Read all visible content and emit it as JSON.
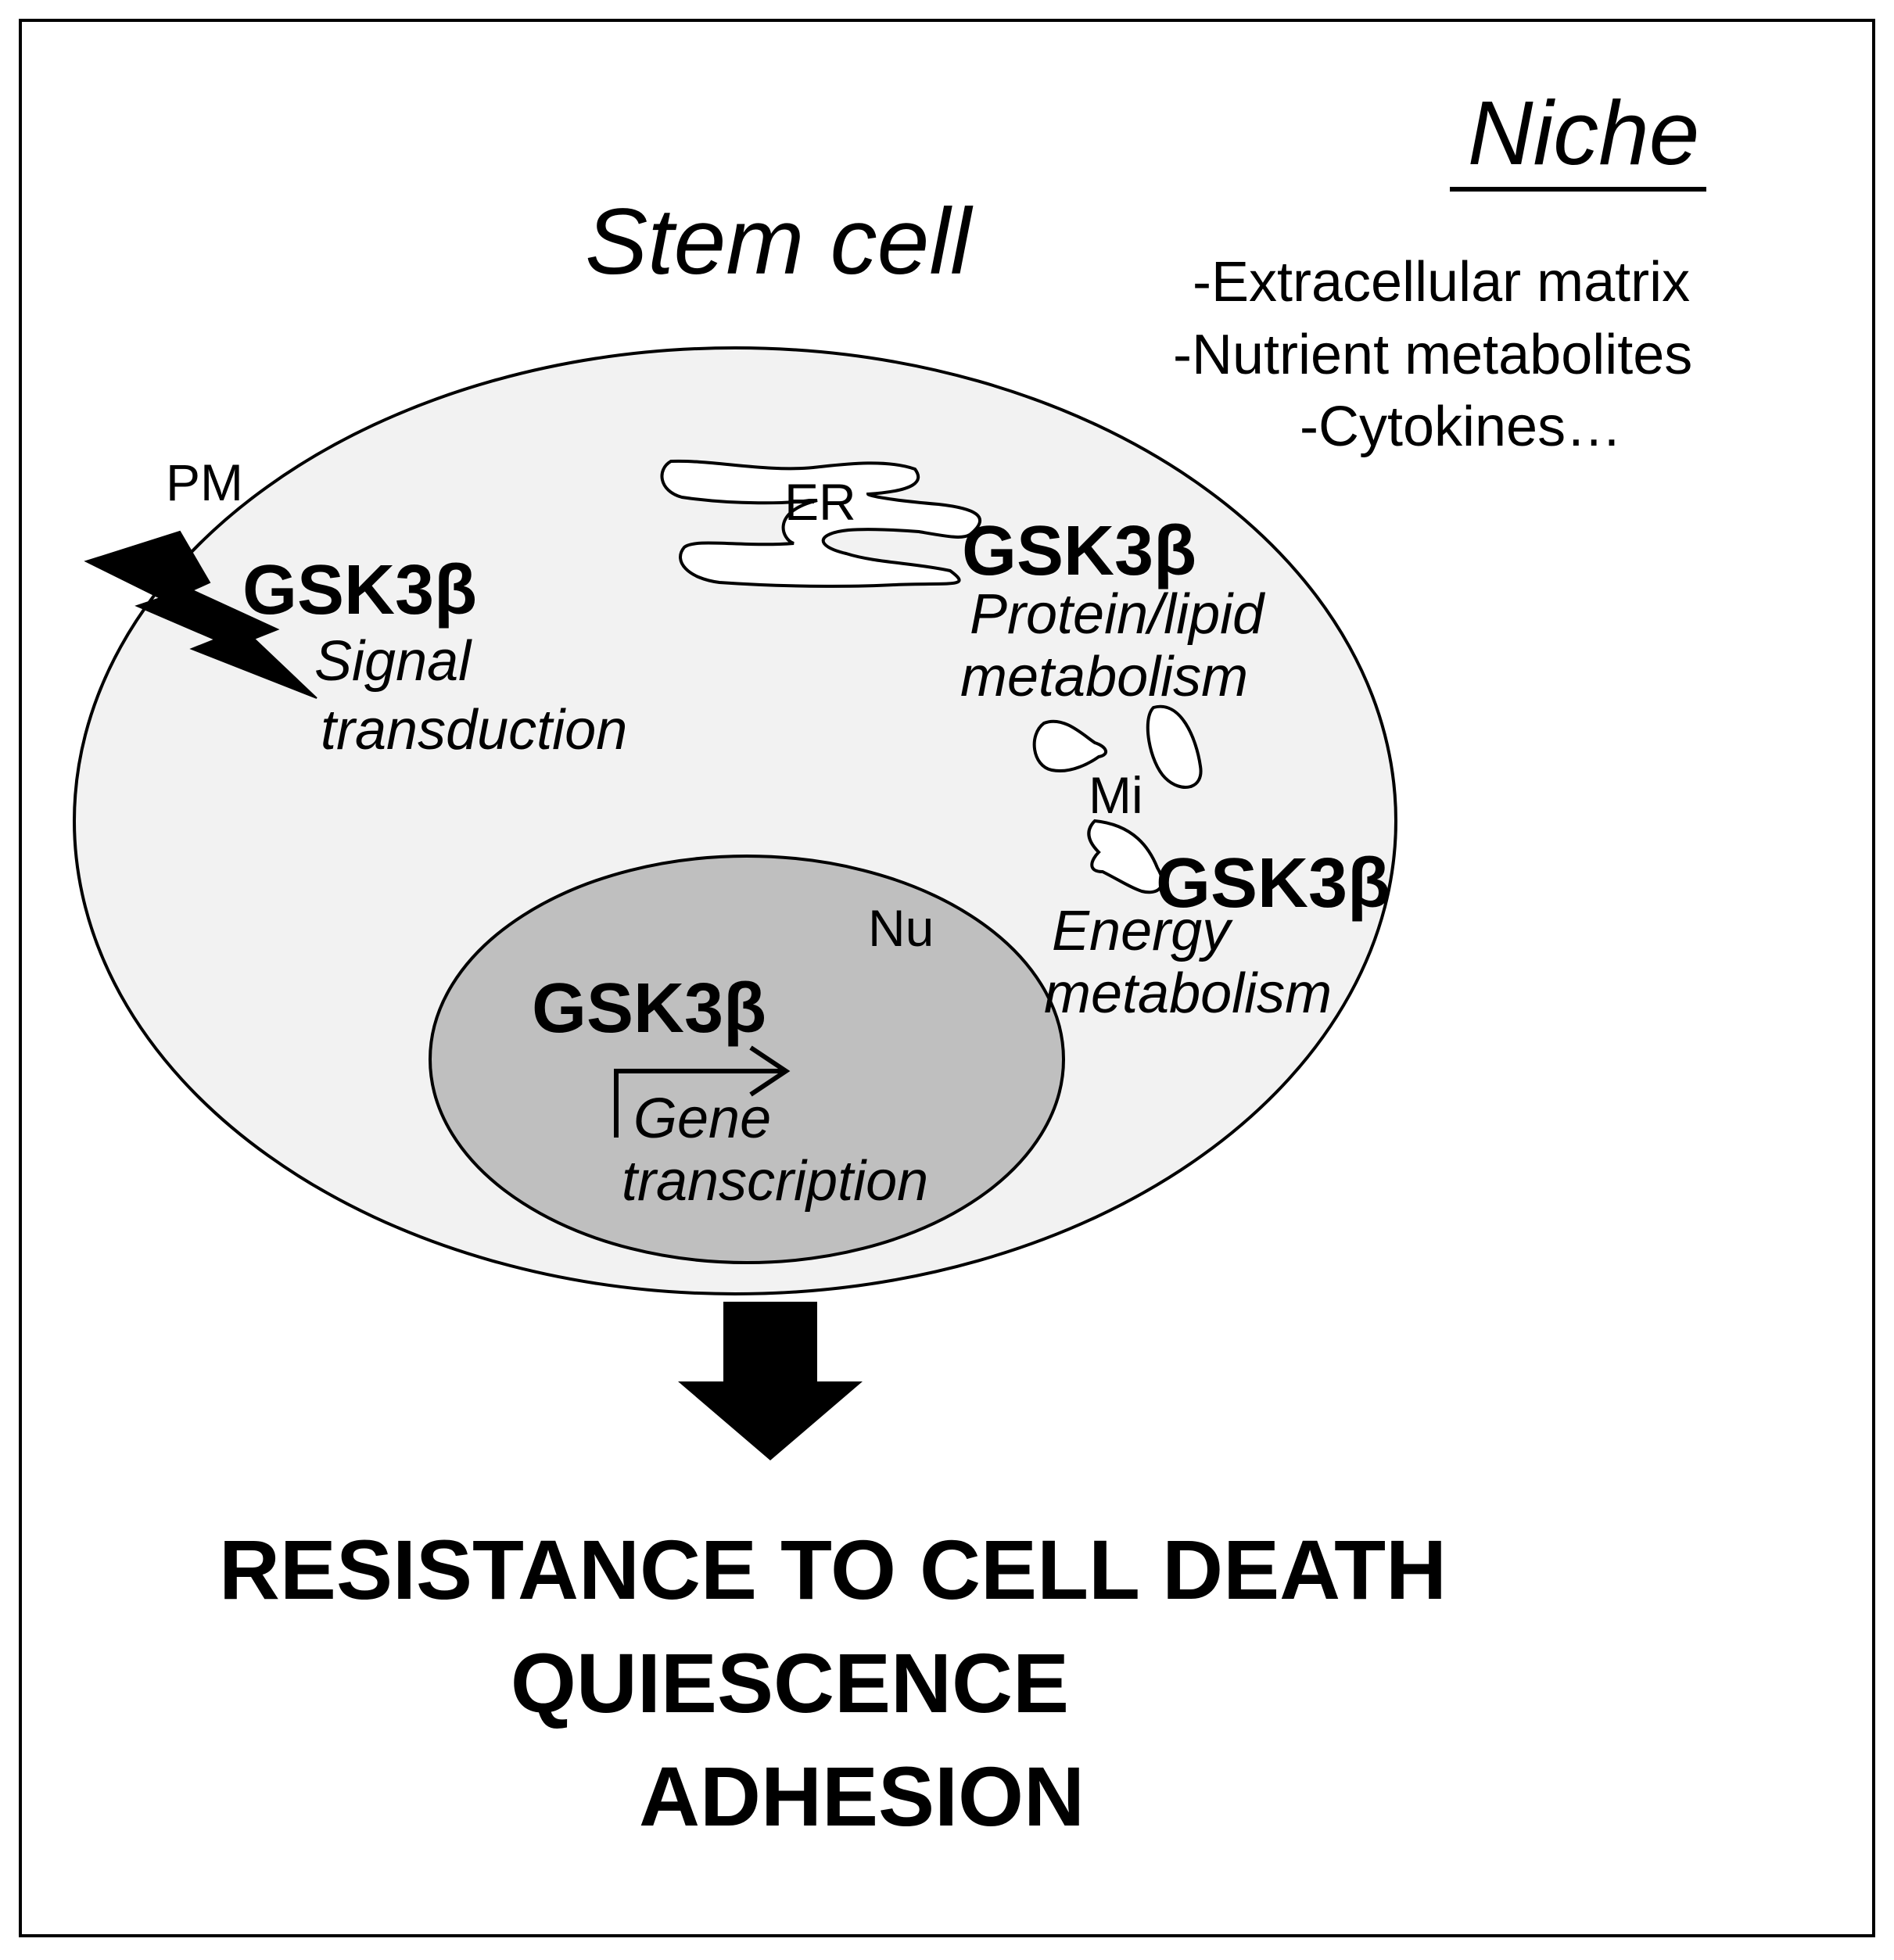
{
  "niche": {
    "title": "Niche",
    "items": [
      "-Extracellular matrix",
      "-Nutrient metabolites",
      "-Cytokines…"
    ]
  },
  "cell": {
    "title": "Stem cell",
    "pm_label": "PM",
    "er_label": "ER",
    "mi_label": "Mi",
    "nu_label": "Nu"
  },
  "gsk": {
    "pm": {
      "name": "GSK3β",
      "role_line1": "Signal",
      "role_line2": "transduction"
    },
    "er": {
      "name": "GSK3β",
      "role_line1": "Protein/lipid",
      "role_line2": "metabolism"
    },
    "mi": {
      "name": "GSK3β",
      "role_line1": "Energy",
      "role_line2": "metabolism"
    },
    "nu": {
      "name": "GSK3β",
      "role_line1": "Gene",
      "role_line2": "transcription"
    }
  },
  "outcomes": [
    "RESISTANCE TO CELL DEATH",
    "QUIESCENCE",
    "ADHESION"
  ],
  "colors": {
    "cell_fill": "#f2f2f2",
    "nucleus_fill": "#bfbfbf",
    "stroke": "#000000"
  }
}
